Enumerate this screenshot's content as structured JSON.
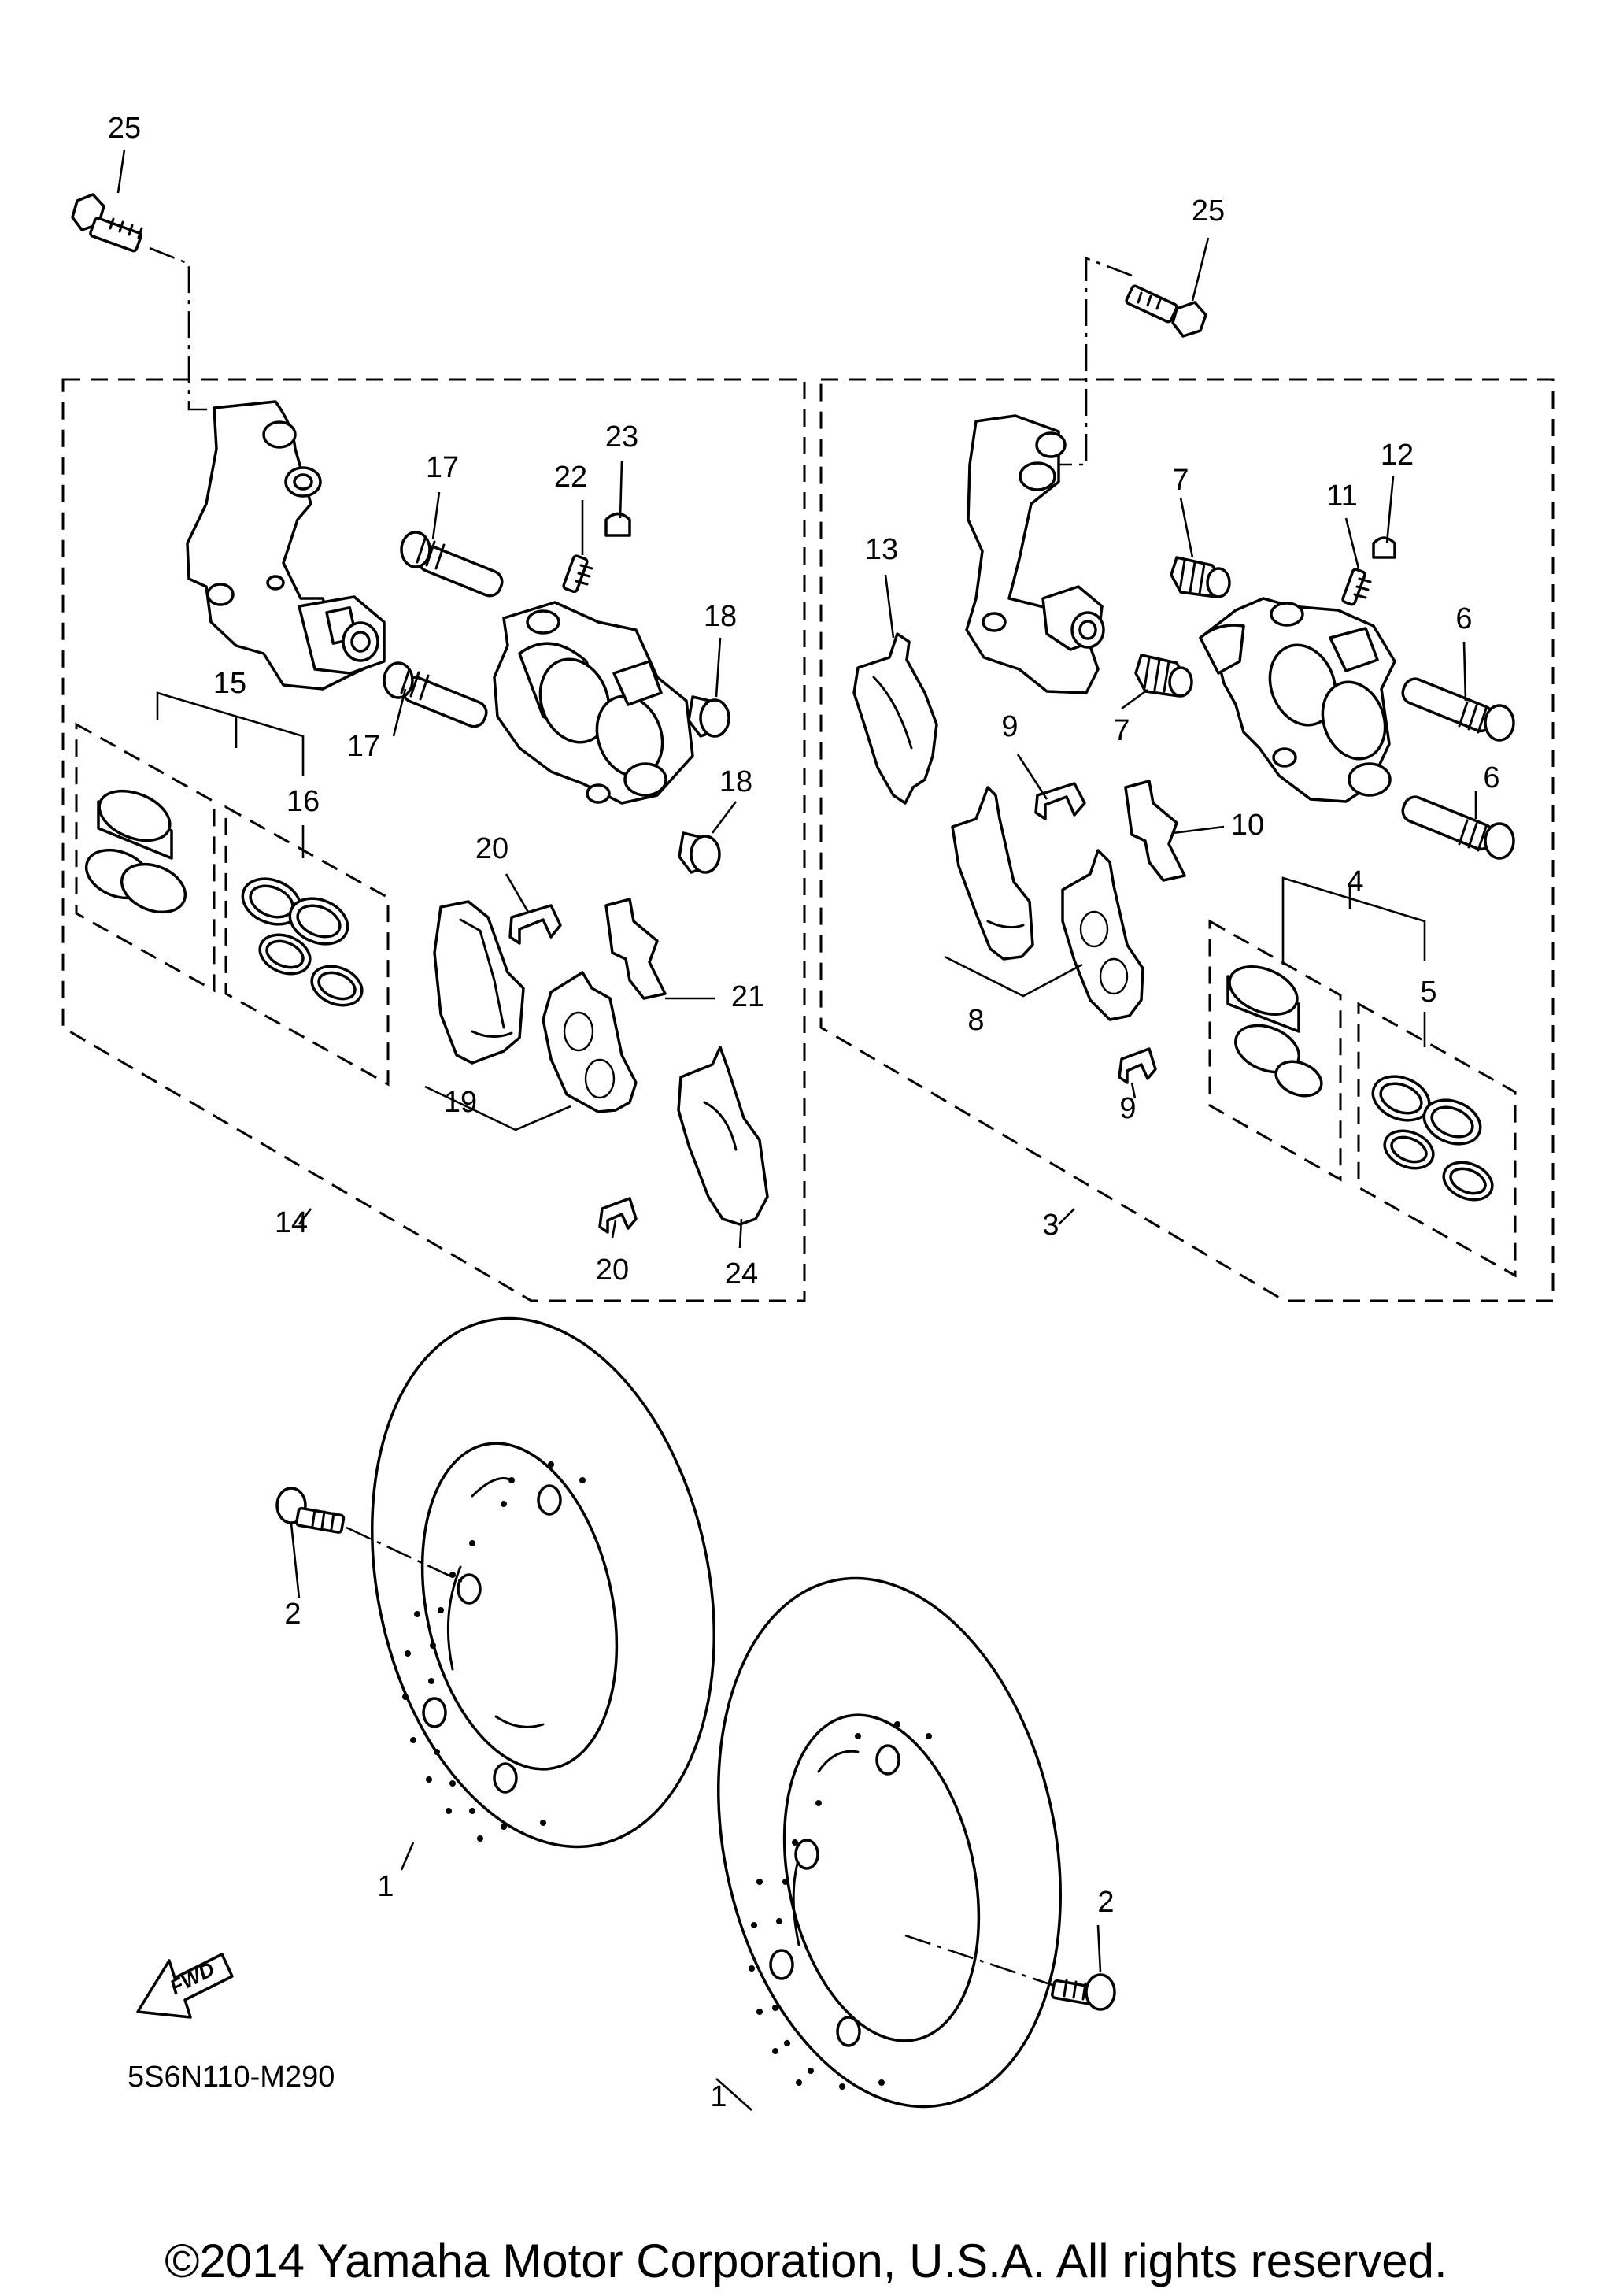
{
  "diagram": {
    "drawing_code": "5S6N110-M290",
    "copyright": "©2014 Yamaha Motor Corporation, U.S.A. All rights reserved.",
    "fwd_label": "FWD",
    "callouts": {
      "c1a": "1",
      "c1b": "1",
      "c2a": "2",
      "c2b": "2",
      "c3": "3",
      "c4": "4",
      "c5": "5",
      "c6a": "6",
      "c6b": "6",
      "c7a": "7",
      "c7b": "7",
      "c8": "8",
      "c9a": "9",
      "c9b": "9",
      "c10": "10",
      "c11": "11",
      "c12": "12",
      "c13": "13",
      "c14": "14",
      "c15": "15",
      "c16": "16",
      "c17a": "17",
      "c17b": "17",
      "c18a": "18",
      "c18b": "18",
      "c19": "19",
      "c20a": "20",
      "c20b": "20",
      "c21": "21",
      "c22": "22",
      "c23": "23",
      "c24": "24",
      "c25a": "25",
      "c25b": "25"
    }
  }
}
